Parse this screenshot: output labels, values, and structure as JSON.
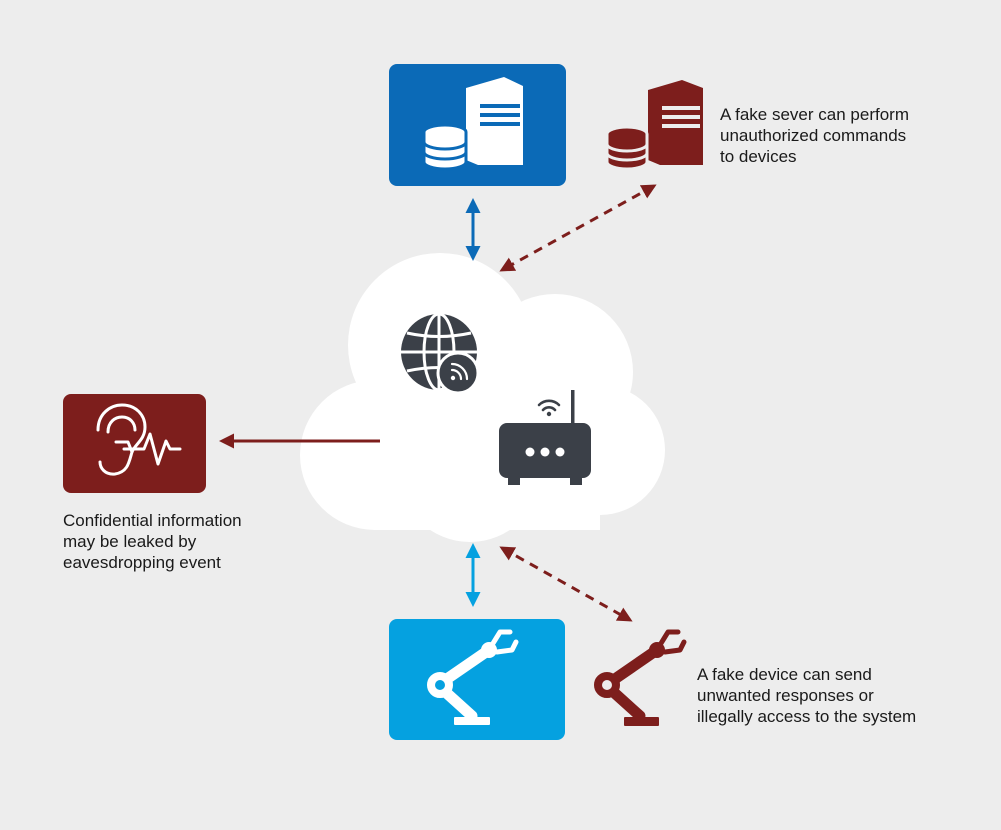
{
  "colors": {
    "background": "#ededed",
    "trusted_server_blue": "#0b6ab7",
    "trusted_device_blue": "#05a1e0",
    "threat_red": "#7d1e1c",
    "icon_dark": "#3b4048",
    "cloud": "#ffffff"
  },
  "icons": {
    "trusted_server": "server-database-icon",
    "fake_server": "fake-server-database-icon",
    "internet": "globe-wifi-icon",
    "gateway": "wifi-router-icon",
    "eavesdropper": "ear-signal-icon",
    "trusted_device": "robot-arm-icon",
    "fake_device": "fake-robot-arm-icon"
  },
  "captions": {
    "fake_server": [
      "A fake sever can perform",
      "unauthorized commands",
      "to devices"
    ],
    "eavesdropping": [
      "Confidential information",
      "may be leaked by",
      "eavesdropping event"
    ],
    "fake_device": [
      "A fake device can send",
      "unwanted responses or",
      "illegally access to the system"
    ]
  }
}
